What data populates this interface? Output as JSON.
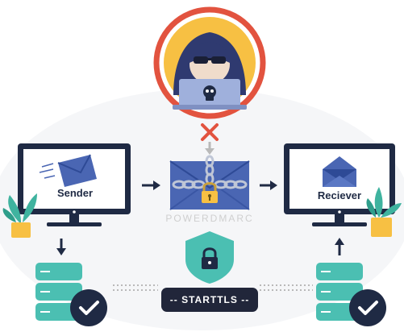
{
  "diagram": {
    "sender_label": "Sender",
    "receiver_label": "Reciever",
    "brand": "POWERDMARC",
    "protocol_banner": "-- STARTTLS --",
    "icons": [
      "hacker-icon",
      "skull-icon",
      "blocked-x-icon",
      "envelope-icon",
      "chain-icon",
      "padlock-icon",
      "shield-icon",
      "database-icon",
      "checkmark-icon",
      "plant-icon",
      "monitor-icon"
    ]
  },
  "colors": {
    "dark": "#1f2a44",
    "envelope": "#4a66b3",
    "teal": "#4bbfb2",
    "red": "#e2533f",
    "yellow": "#f7c043",
    "plant_green": "#3fb39f"
  }
}
